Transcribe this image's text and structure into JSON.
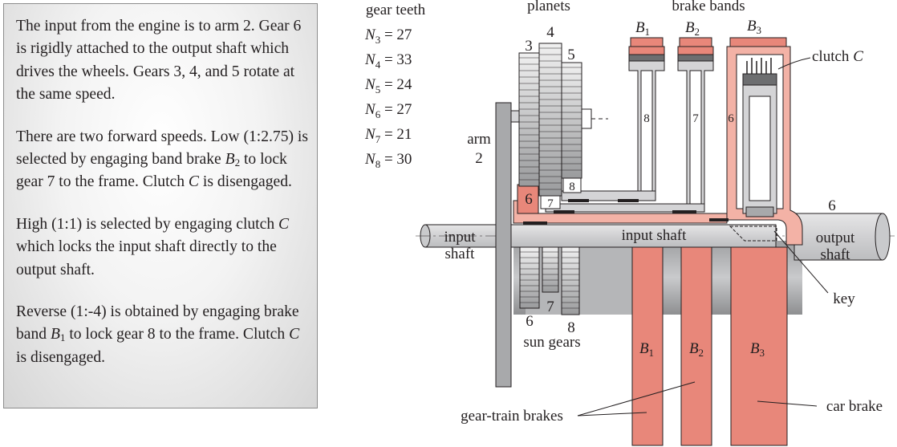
{
  "description_paragraphs": {
    "p1": "The input from the engine is to arm 2. Gear 6 is rigidly attached to the output shaft which drives the wheels. Gears 3, 4, and 5 rotate at the same speed.",
    "p2_a": "There are two forward speeds. Low (1:2.75) is selected by engaging band brake ",
    "p2_b": "B",
    "p2_c": "2",
    "p2_d": " to lock gear 7 to the frame. ",
    "p2_e": "Clutch ",
    "p2_f": "C",
    "p2_g": " is disengaged.",
    "p3_a": "High (1:1) is selected by engaging clutch ",
    "p3_b": "C",
    "p3_c": " which locks the input shaft directly to the output shaft.",
    "p4_a": "Reverse (1:-4) is obtained by engaging brake band ",
    "p4_b": "B",
    "p4_c": "1",
    "p4_d": " to lock gear 8 to the frame. Clutch ",
    "p4_e": "C",
    "p4_f": " is disengaged."
  },
  "gear_teeth": {
    "heading": "gear teeth",
    "rows": [
      {
        "sym": "N",
        "sub": "3",
        "eq": " = 27"
      },
      {
        "sym": "N",
        "sub": "4",
        "eq": " = 33"
      },
      {
        "sym": "N",
        "sub": "5",
        "eq": " = 24"
      },
      {
        "sym": "N",
        "sub": "6",
        "eq": " = 27"
      },
      {
        "sym": "N",
        "sub": "7",
        "eq": " = 21"
      },
      {
        "sym": "N",
        "sub": "8",
        "eq": " = 30"
      }
    ]
  },
  "labels": {
    "planets": "planets",
    "brake_bands": "brake bands",
    "b1_letter": "B",
    "b1_sub": "1",
    "b2_letter": "B",
    "b2_sub": "2",
    "b3_letter": "B",
    "b3_sub": "3",
    "clutch_word": "clutch ",
    "clutch_letter": "C",
    "arm": "arm",
    "arm_num": "2",
    "planet3": "3",
    "planet4": "4",
    "planet5": "5",
    "drum8": "8",
    "drum7": "7",
    "drum6": "6",
    "inner6": "6",
    "inner7": "7",
    "inner8": "8",
    "output6": "6",
    "input_shaft_l1": "input",
    "input_shaft_l2": "shaft",
    "input_shaft_center": "input shaft",
    "output_shaft_l1": "output",
    "output_shaft_l2": "shaft",
    "key": "key",
    "sun6": "6",
    "sun7": "7",
    "sun8": "8",
    "sun_gears": "sun gears",
    "lower_b1_letter": "B",
    "lower_b1_sub": "1",
    "lower_b2_letter": "B",
    "lower_b2_sub": "2",
    "lower_b3_letter": "B",
    "lower_b3_sub": "3",
    "gear_train_brakes": "gear-train brakes",
    "car_brake": "car brake"
  },
  "colors": {
    "salmon": "#e8877a",
    "light_salmon": "#f3b2a6",
    "gray_light": "#d4d4d6",
    "gray_mid": "#a8a9ab",
    "gray_dark": "#6d6e70",
    "outline": "#231f20"
  }
}
